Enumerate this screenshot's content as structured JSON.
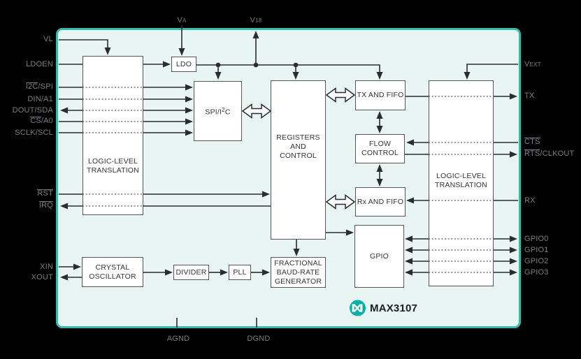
{
  "chip": {
    "part_label": "MAX3107"
  },
  "pins": {
    "left": [
      {
        "name": "VL",
        "pre": "VL"
      },
      {
        "name": "LDOEN",
        "pre": "LDOEN"
      },
      {
        "name": "I2C/SPI",
        "bar": "I2C",
        "post": "/SPI"
      },
      {
        "name": "DIN/A1",
        "pre": "DIN/A1"
      },
      {
        "name": "DOUT/SDA",
        "pre": "DOUT/SDA"
      },
      {
        "name": "CS/A0",
        "bar": "CS",
        "post": "/A0"
      },
      {
        "name": "SCLK/SCL",
        "pre": "SCLK/SCL"
      },
      {
        "name": "RST",
        "bar": "RST"
      },
      {
        "name": "IRQ",
        "bar": "IRQ"
      },
      {
        "name": "XIN",
        "pre": "XIN"
      },
      {
        "name": "XOUT",
        "pre": "XOUT"
      }
    ],
    "top": [
      {
        "name": "VA",
        "main": "V",
        "sub": "A"
      },
      {
        "name": "V18",
        "main": "V",
        "sub": "18"
      }
    ],
    "right": [
      {
        "name": "VEXT",
        "main": "V",
        "sub": "EXT"
      },
      {
        "name": "TX",
        "pre": "TX"
      },
      {
        "name": "CTS",
        "bar": "CTS"
      },
      {
        "name": "RTS/CLKOUT",
        "bar": "RTS",
        "post": "/CLKOUT"
      },
      {
        "name": "RX",
        "pre": "RX"
      },
      {
        "name": "GPIO0",
        "pre": "GPIO0"
      },
      {
        "name": "GPIO1",
        "pre": "GPIO1"
      },
      {
        "name": "GPIO2",
        "pre": "GPIO2"
      },
      {
        "name": "GPIO3",
        "pre": "GPIO3"
      }
    ],
    "bottom": [
      {
        "name": "AGND",
        "pre": "AGND"
      },
      {
        "name": "DGND",
        "pre": "DGND"
      }
    ]
  },
  "blocks": {
    "left_translation": "LOGIC-LEVEL\nTRANSLATION",
    "ldo": "LDO",
    "spi_i2c": {
      "pre": "SPI/I",
      "sup": "2",
      "post": "C"
    },
    "registers": "REGISTERS\nAND\nCONTROL",
    "tx_fifo": "TX AND FIFO",
    "flow_control": "FLOW\nCONTROL",
    "rx_fifo": "Rx AND FIFO",
    "right_translation": "LOGIC-LEVEL\nTRANSLATION",
    "gpio": "GPIO",
    "crystal_osc": "CRYSTAL\nOSCILLATOR",
    "divider": "DIVIDER",
    "pll": "PLL",
    "frac_baud": "FRACTIONAL\nBAUD-RATE\nGENERATOR"
  },
  "colors": {
    "chip_border": "#3bb7ab",
    "chip_fill": "#e8f5f2",
    "line": "#2b2c2e",
    "pin_text": "#7b7c80",
    "logo_teal": "#00b0a4"
  }
}
